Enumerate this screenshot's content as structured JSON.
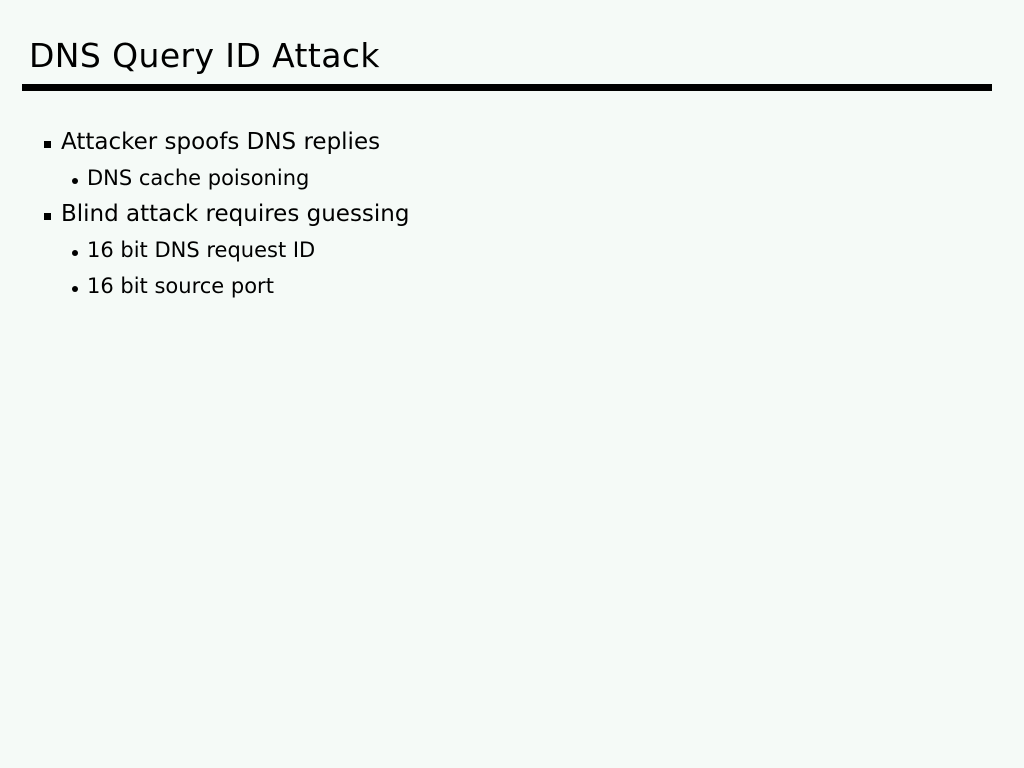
{
  "slide": {
    "title": "DNS Query ID Attack",
    "background_color": "#f5faf7",
    "text_color": "#000000",
    "rule_color": "#000000",
    "bullets": [
      {
        "level": 1,
        "marker": "square-bullet",
        "text": "Attacker spoofs DNS replies"
      },
      {
        "level": 2,
        "marker": "round-bullet",
        "text": "DNS cache poisoning"
      },
      {
        "level": 1,
        "marker": "square-bullet",
        "text": "Blind attack requires guessing"
      },
      {
        "level": 2,
        "marker": "round-bullet",
        "text": "16 bit DNS request ID"
      },
      {
        "level": 2,
        "marker": "round-bullet",
        "text": "16 bit source port"
      }
    ]
  }
}
